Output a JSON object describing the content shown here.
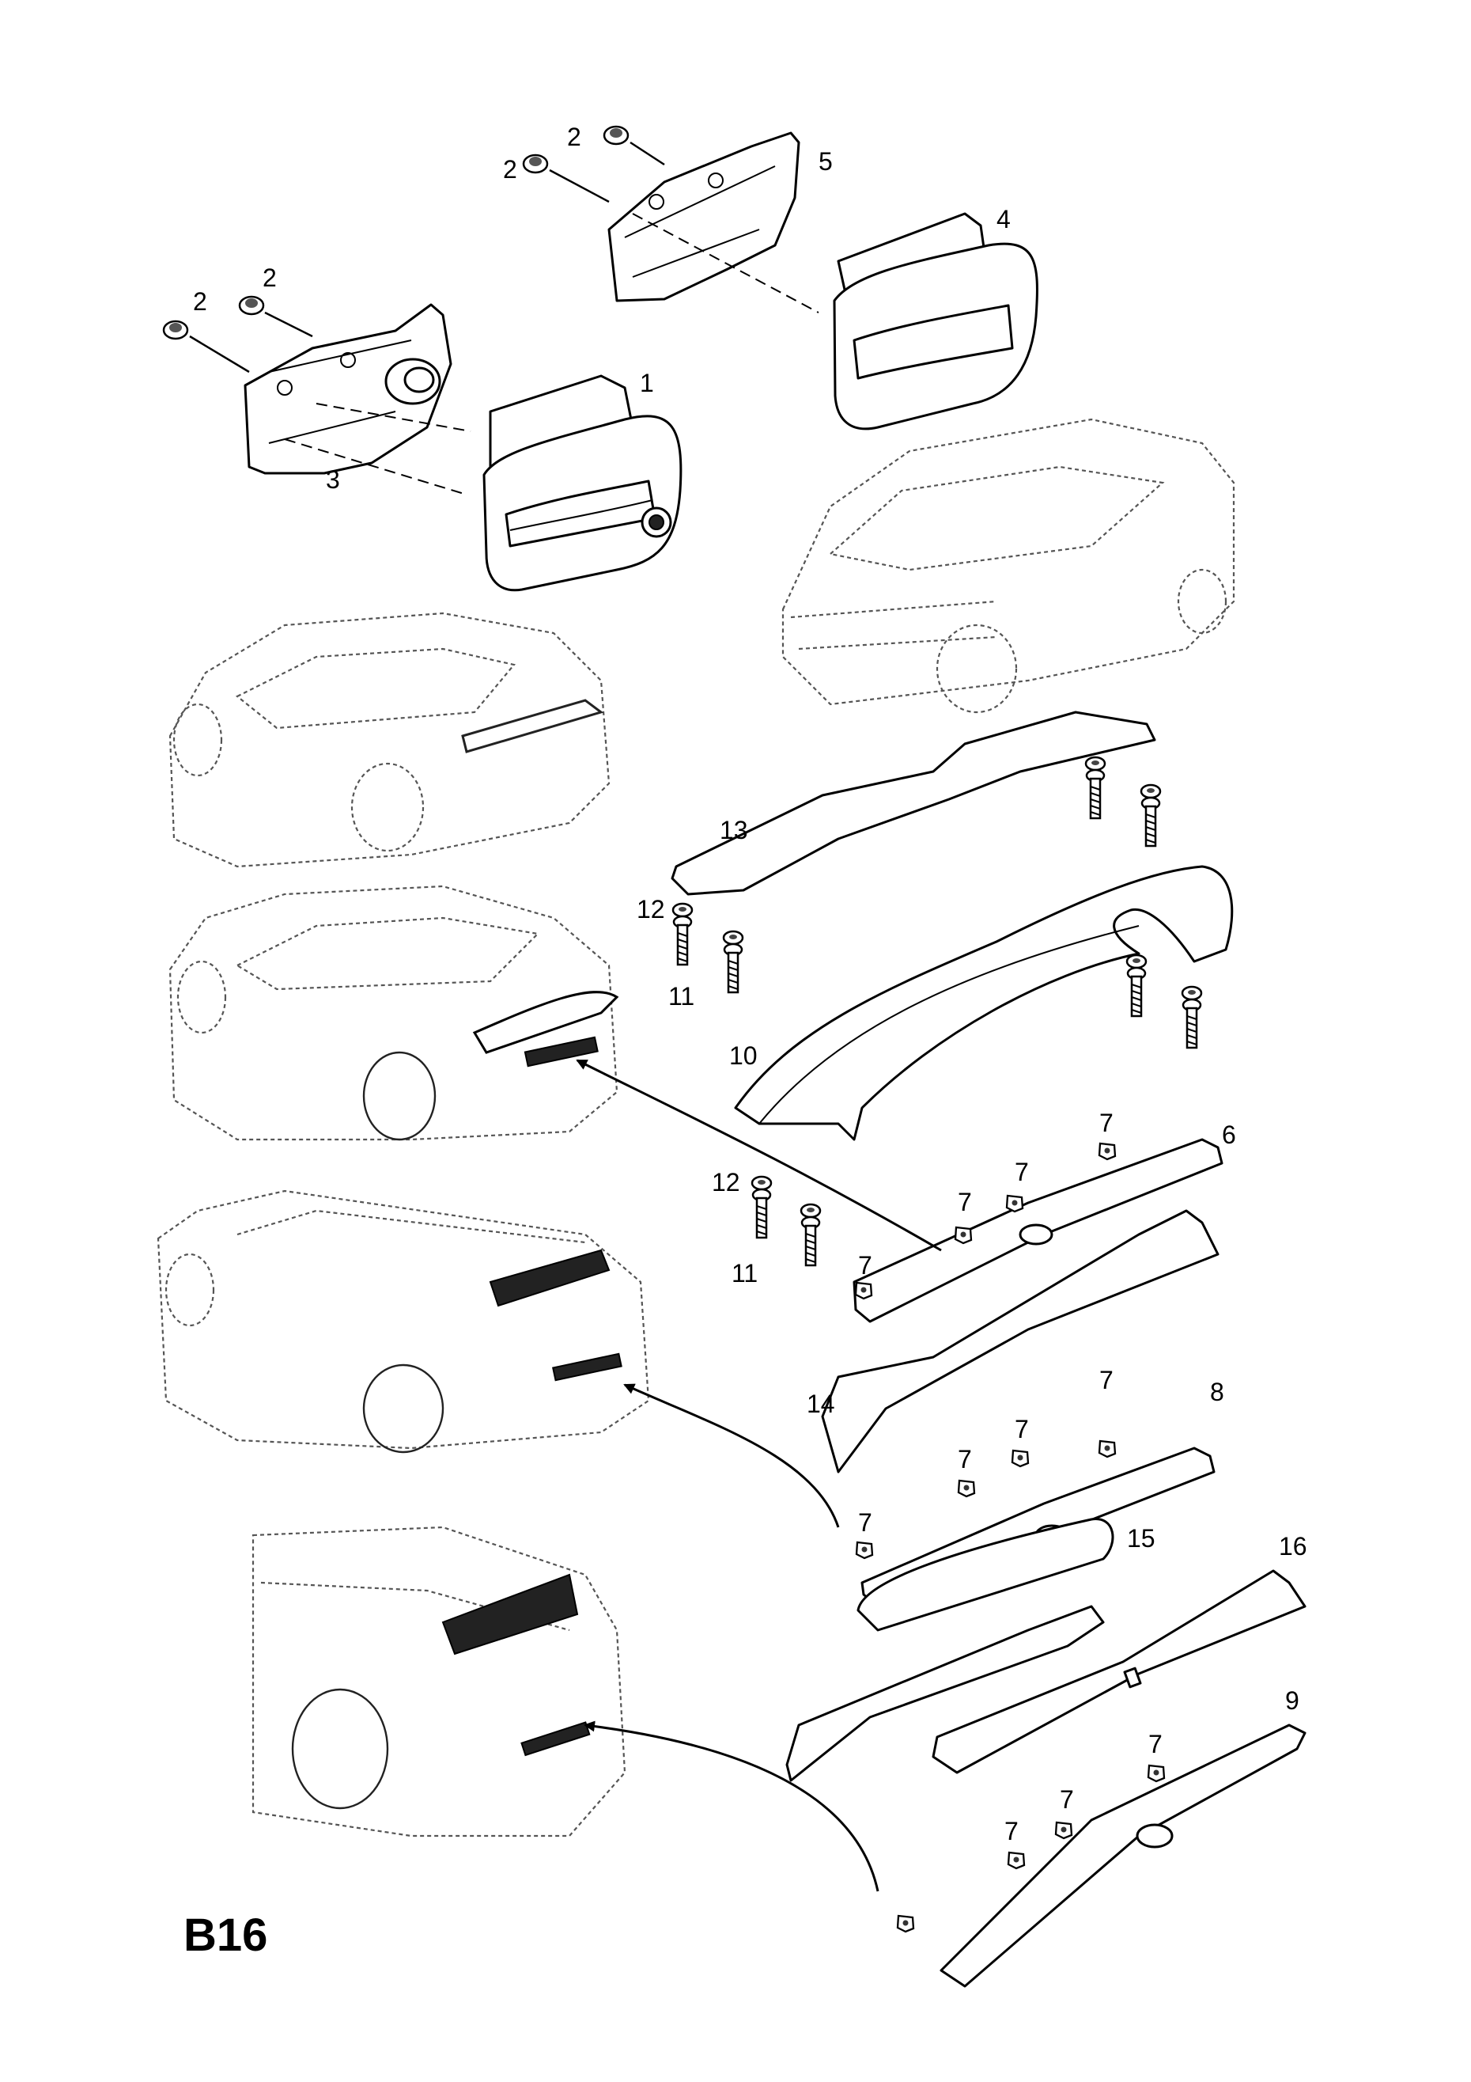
{
  "sheet_label": "B16",
  "callouts": {
    "c1": "1",
    "c2a": "2",
    "c2b": "2",
    "c2c": "2",
    "c2d": "2",
    "c3": "3",
    "c4": "4",
    "c5": "5",
    "c6": "6",
    "c7a": "7",
    "c7b": "7",
    "c7c": "7",
    "c7d": "7",
    "c7e": "7",
    "c7f": "7",
    "c7g": "7",
    "c7h": "7",
    "c7i": "7",
    "c7j": "7",
    "c7k": "7",
    "c8": "8",
    "c9": "9",
    "c10": "10",
    "c11a": "11",
    "c11b": "11",
    "c12a": "12",
    "c12b": "12",
    "c13": "13",
    "c14": "14",
    "c15": "15",
    "c16": "16"
  }
}
